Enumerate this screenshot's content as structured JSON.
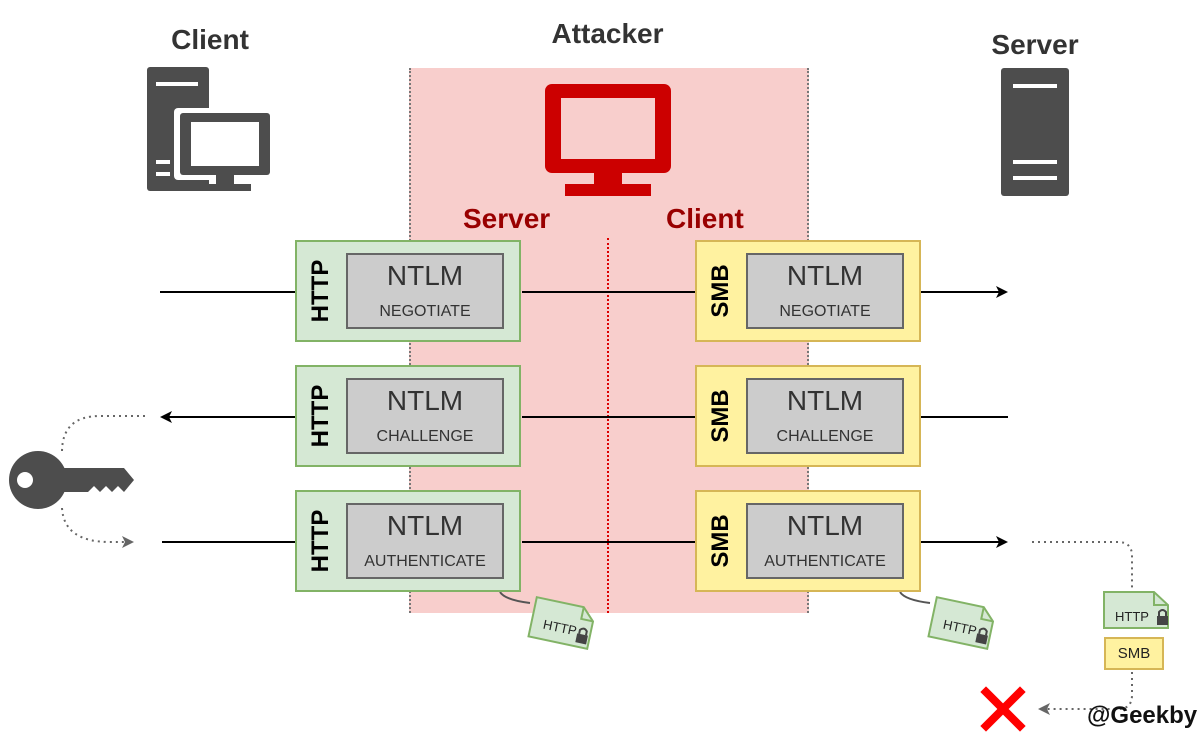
{
  "titles": {
    "client": "Client",
    "attacker": "Attacker",
    "server": "Server"
  },
  "attacker_roles": {
    "server": "Server",
    "client": "Client"
  },
  "rows": [
    {
      "left_protocol": "HTTP",
      "right_protocol": "SMB",
      "title": "NTLM",
      "message": "NEGOTIATE"
    },
    {
      "left_protocol": "HTTP",
      "right_protocol": "SMB",
      "title": "NTLM",
      "message": "CHALLENGE"
    },
    {
      "left_protocol": "HTTP",
      "right_protocol": "SMB",
      "title": "NTLM",
      "message": "AUTHENTICATE"
    }
  ],
  "doc_labels": {
    "http_doc_1": "HTTP",
    "http_doc_2": "HTTP",
    "http_doc_3": "HTTP",
    "smb_tag": "SMB"
  },
  "credit": "@Geekby",
  "colors": {
    "attacker_zone": "#f8cecc",
    "attacker_device": "#cc0000",
    "role_text": "#990000",
    "http_fill": "#d5e8d4",
    "http_border": "#82b366",
    "smb_fill": "#fff2a0",
    "smb_border": "#d6b656",
    "device_gray": "#4d4d4d",
    "reject": "#ff0000"
  },
  "icons": {
    "client": "client-computer-icon",
    "attacker": "attacker-monitor-icon",
    "server": "server-tower-icon",
    "key": "key-icon",
    "document": "locked-document-icon",
    "reject": "x-mark-icon"
  }
}
